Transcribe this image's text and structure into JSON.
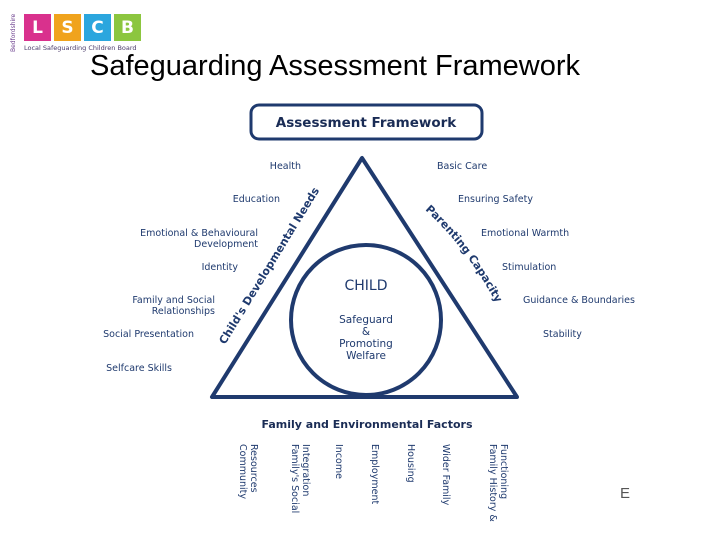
{
  "logo": {
    "side_text": "Bedfordshire",
    "letters": [
      "L",
      "S",
      "C",
      "B"
    ],
    "letter_colors": [
      "#d9318d",
      "#f0a31d",
      "#2ba6de",
      "#8cc63f"
    ],
    "subtitle": "Local Safeguarding Children Board"
  },
  "slide_title": "Safeguarding Assessment Framework",
  "diagram": {
    "header": "Assessment Framework",
    "child_needs_label": "Child's Developmental Needs",
    "parenting_label": "Parenting Capacity",
    "center": {
      "title": "CHILD",
      "lines": [
        "Safeguard",
        "&",
        "Promoting",
        "Welfare"
      ]
    },
    "left_items": [
      [
        "Health"
      ],
      [
        "Education"
      ],
      [
        "Emotional & Behavioural",
        "Development"
      ],
      [
        "Identity"
      ],
      [
        "Family and Social",
        "Relationships"
      ],
      [
        "Social Presentation"
      ],
      [
        "Selfcare Skills"
      ]
    ],
    "right_items": [
      [
        "Basic Care"
      ],
      [
        "Ensuring Safety"
      ],
      [
        "Emotional Warmth"
      ],
      [
        "Stimulation"
      ],
      [
        "Guidance & Boundaries"
      ],
      [
        "Stability"
      ]
    ],
    "base_label": "Family and Environmental Factors",
    "bottom_items": [
      [
        "Community",
        "Resources"
      ],
      [
        "Family's Social",
        "Integration"
      ],
      [
        "Income"
      ],
      [
        "Employment"
      ],
      [
        "Housing"
      ],
      [
        "Wider Family"
      ],
      [
        "Family History &",
        "Functioning"
      ]
    ],
    "line_color": "#1f3a6e",
    "text_color": "#1f3a6e"
  },
  "corner_letter": "E"
}
